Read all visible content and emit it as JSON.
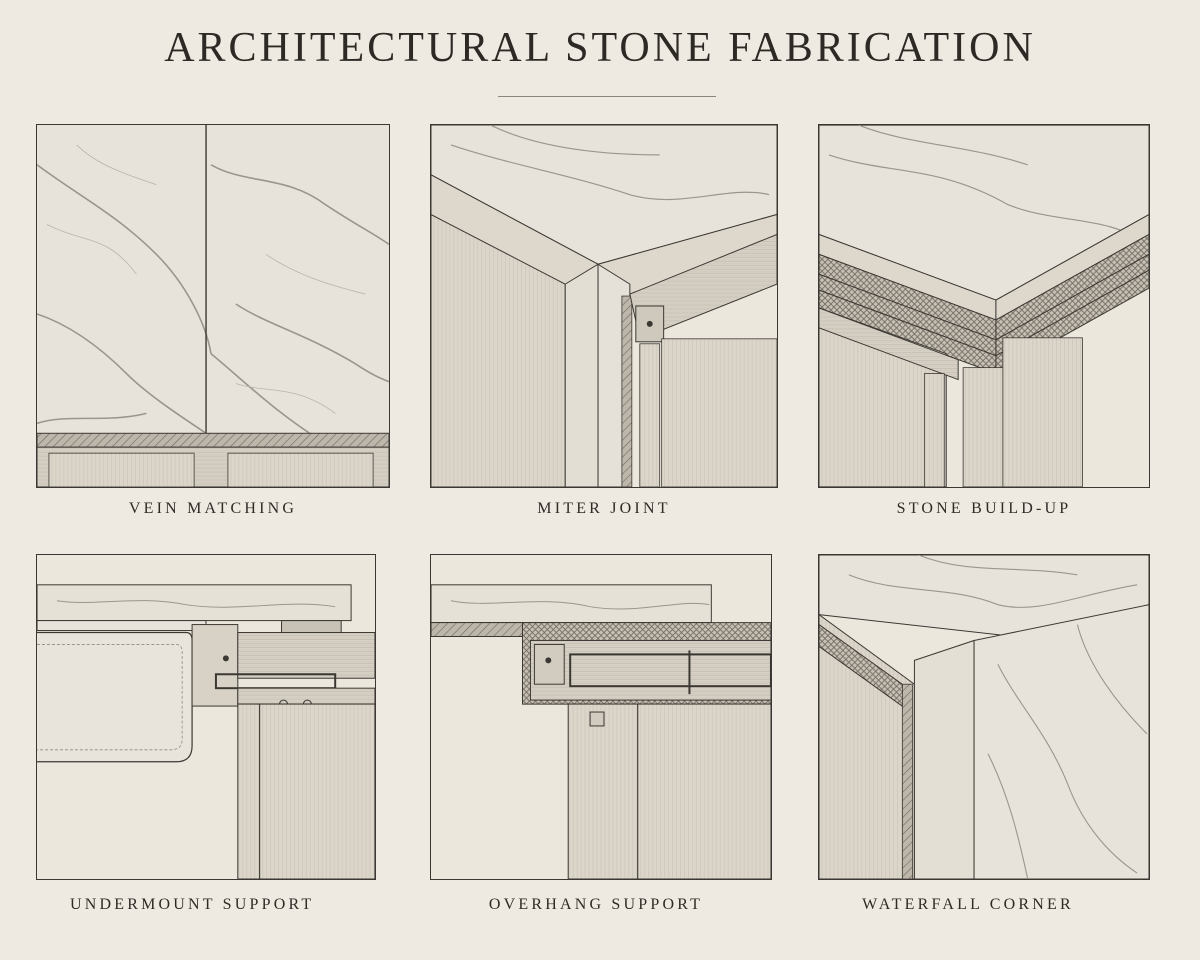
{
  "title": "ARCHITECTURAL STONE FABRICATION",
  "panels": [
    {
      "label": "VEIN MATCHING",
      "icon": "vein-matching-illustration"
    },
    {
      "label": "MITER JOINT",
      "icon": "miter-joint-illustration"
    },
    {
      "label": "STONE BUILD-UP",
      "icon": "stone-build-up-illustration"
    },
    {
      "label": "UNDERMOUNT SUPPORT",
      "icon": "undermount-support-illustration"
    },
    {
      "label": "OVERHANG SUPPORT",
      "icon": "overhang-support-illustration"
    },
    {
      "label": "WATERFALL CORNER",
      "icon": "waterfall-corner-illustration"
    }
  ],
  "colors": {
    "paper": "#efeae1",
    "stone": "#e6e1d7",
    "vein": "#9a958d",
    "ink": "#3b3833",
    "wood": "#d6d0c4"
  }
}
